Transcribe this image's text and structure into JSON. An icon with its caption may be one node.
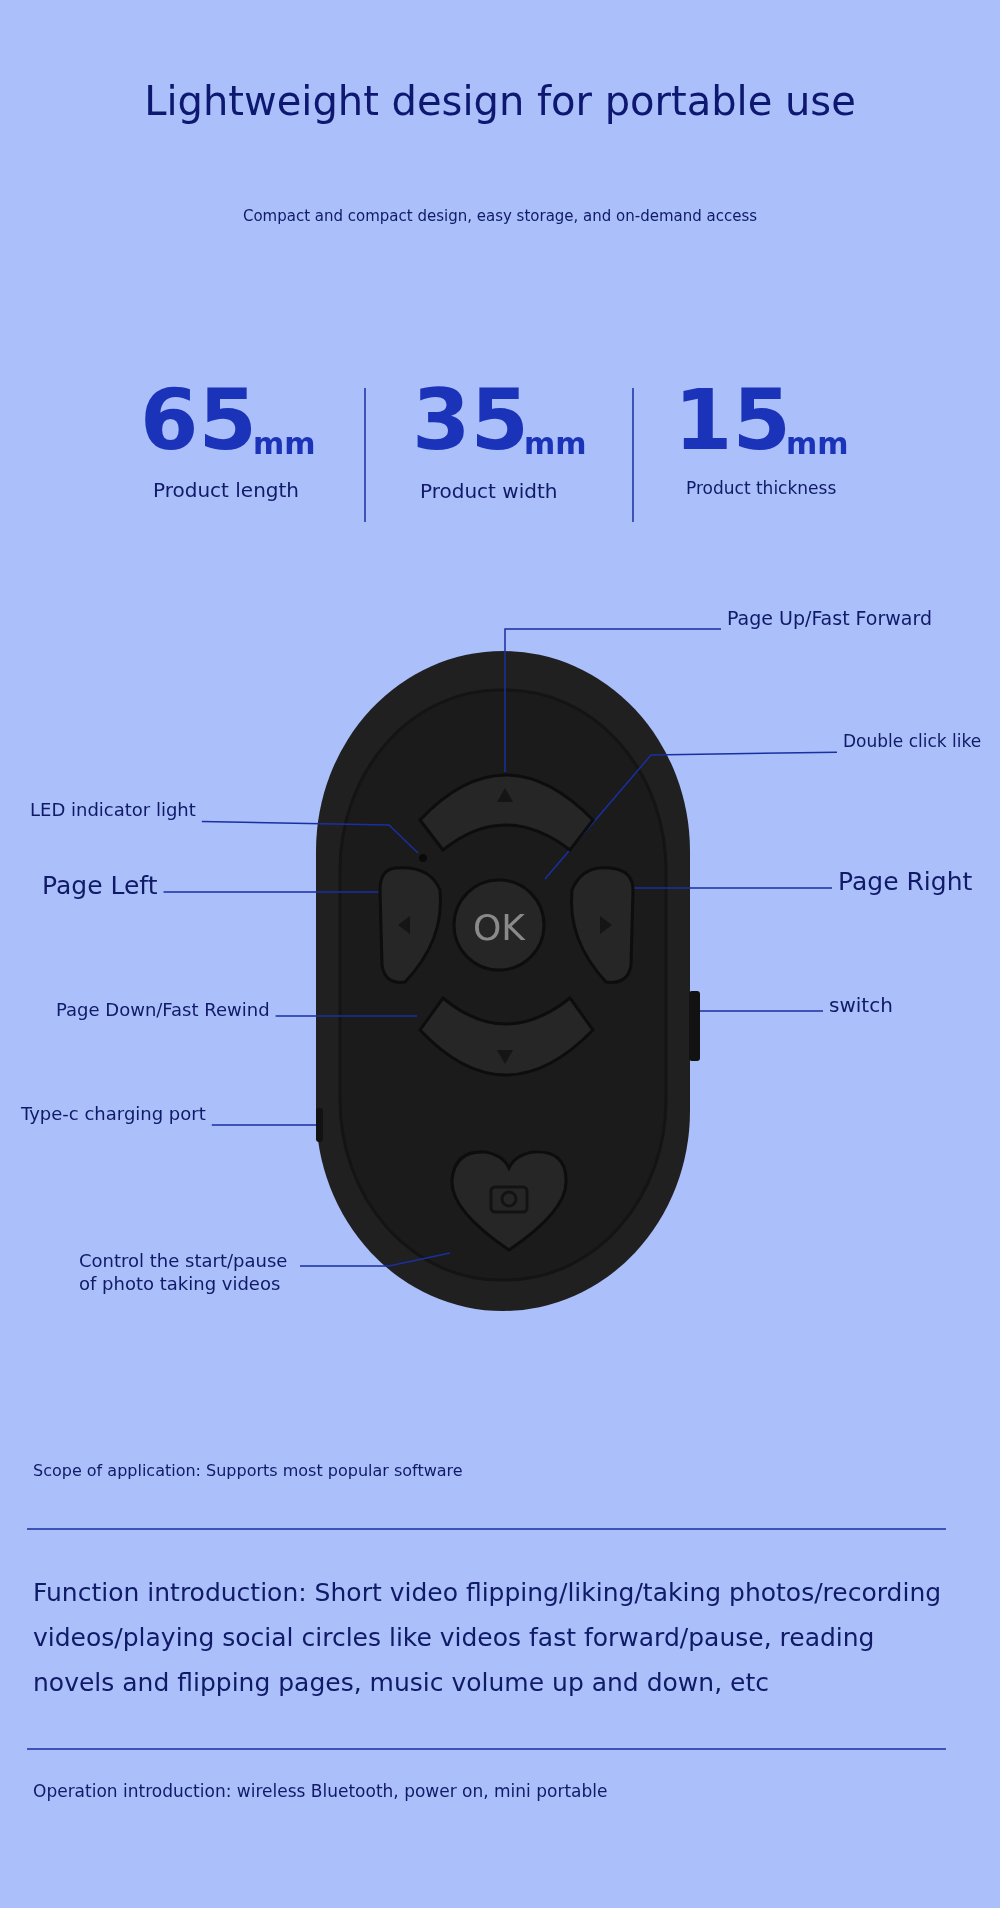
{
  "diagram": {
    "title": "Lightweight design for portable use",
    "nodes": [
      {
        "text": [
          "Page Up/Fast Forward"
        ]
      },
      {
        "text": [
          "Double click like"
        ]
      },
      {
        "text": [
          "LED indicator light"
        ]
      },
      {
        "text": [
          "Page Left"
        ]
      },
      {
        "text": [
          "Page Right"
        ]
      },
      {
        "text": [
          "switch"
        ]
      },
      {
        "text": [
          "Page Down/Fast Rewind"
        ]
      },
      {
        "text": [
          "Type-c charging port"
        ]
      },
      {
        "text": [
          "Control the start/pause of photo taking videos"
        ]
      },
      {
        "text": [],
        "shape": "picture"
      },
      {
        "text": [],
        "shape": "circle"
      },
      {
        "text": [],
        "shape": "circle"
      },
      {
        "text": [],
        "shape": "picture"
      },
      {
        "text": [],
        "shape": "picture"
      },
      {
        "text": [],
        "shape": "bar"
      },
      {
        "text": [],
        "shape": "picture"
      },
      {
        "text": [],
        "shape": "bar"
      },
      {
        "text": [],
        "shape": "picture"
      }
    ],
    "edges": [
      {
        "from": 0,
        "to": 9,
        "arrow": "none"
      },
      {
        "from": 1,
        "to": 10,
        "arrow": "none"
      },
      {
        "from": 2,
        "to": 11,
        "arrow": "none"
      },
      {
        "from": 3,
        "to": 12,
        "arrow": "none"
      },
      {
        "from": 4,
        "to": 13,
        "arrow": "none"
      },
      {
        "from": 5,
        "to": 14,
        "arrow": "none"
      },
      {
        "from": 6,
        "to": 15,
        "arrow": "none"
      },
      {
        "from": 7,
        "to": 16,
        "arrow": "none"
      },
      {
        "from": 8,
        "to": 17,
        "arrow": "none"
      }
    ],
    "labels": [
      "Compact and compact design, easy storage, and on-demand access",
      "65",
      "mm",
      "Product length",
      "35",
      "mm",
      "Product width",
      "15",
      "mm",
      "Product thickness",
      "OK",
      "Scope of application: Supports most popular software",
      "Function introduction: Short video flipping/liking/taking photos/recording videos/playing social circles like videos fast forward/pause, reading novels and flipping pages, music volume up and down, etc",
      "Operation introduction: wireless Bluetooth, power on, mini portable"
    ]
  }
}
